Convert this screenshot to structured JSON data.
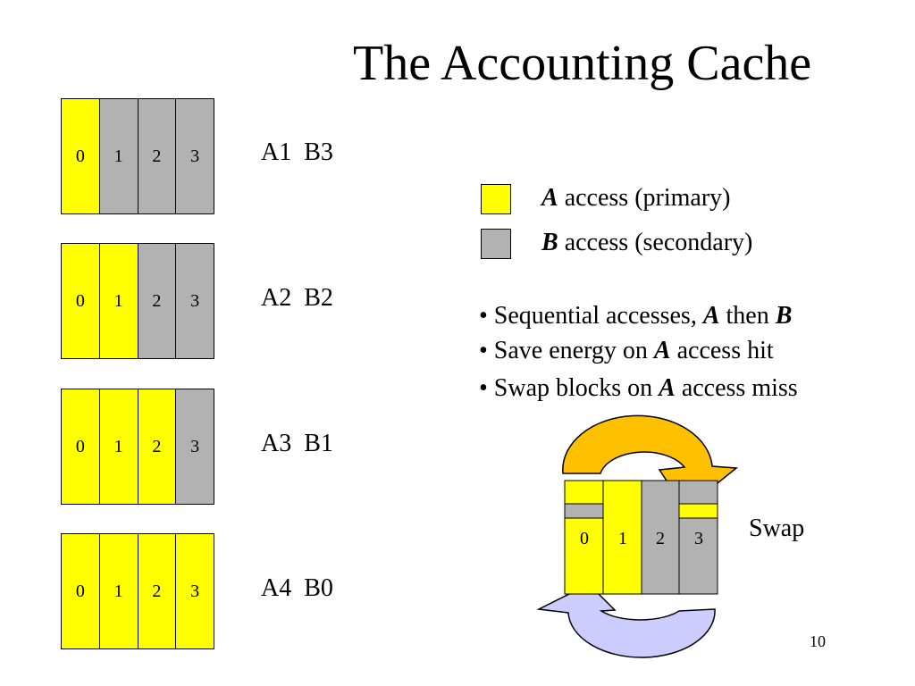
{
  "title": "The Accounting Cache",
  "caches": [
    {
      "ways": [
        "0",
        "1",
        "2",
        "3"
      ],
      "primary_ways": 1,
      "label_a": "A1",
      "label_b": "B3"
    },
    {
      "ways": [
        "0",
        "1",
        "2",
        "3"
      ],
      "primary_ways": 2,
      "label_a": "A2",
      "label_b": "B2"
    },
    {
      "ways": [
        "0",
        "1",
        "2",
        "3"
      ],
      "primary_ways": 3,
      "label_a": "A3",
      "label_b": "B1"
    },
    {
      "ways": [
        "0",
        "1",
        "2",
        "3"
      ],
      "primary_ways": 4,
      "label_a": "A4",
      "label_b": "B0"
    }
  ],
  "legend": {
    "primary": {
      "key": "A",
      "text": " access (primary)",
      "color": "#ffff00"
    },
    "secondary": {
      "key": "B",
      "text": " access (secondary)",
      "color": "#b2b2b2"
    }
  },
  "bullets": [
    {
      "pre": "• Sequential accesses,  ",
      "em": "A",
      "mid": " then ",
      "em2": "B"
    },
    {
      "pre": "• Save energy on ",
      "em": "A",
      "mid": " access hit",
      "em2": ""
    },
    {
      "pre": "• Swap blocks on ",
      "em": "A",
      "mid": " access miss",
      "em2": ""
    }
  ],
  "swap_diagram": {
    "ways": [
      "0",
      "1",
      "2",
      "3"
    ],
    "label": "Swap",
    "arrow_top_color": "#ffc000",
    "arrow_bottom_color": "#ccccff"
  },
  "page_number": "10"
}
